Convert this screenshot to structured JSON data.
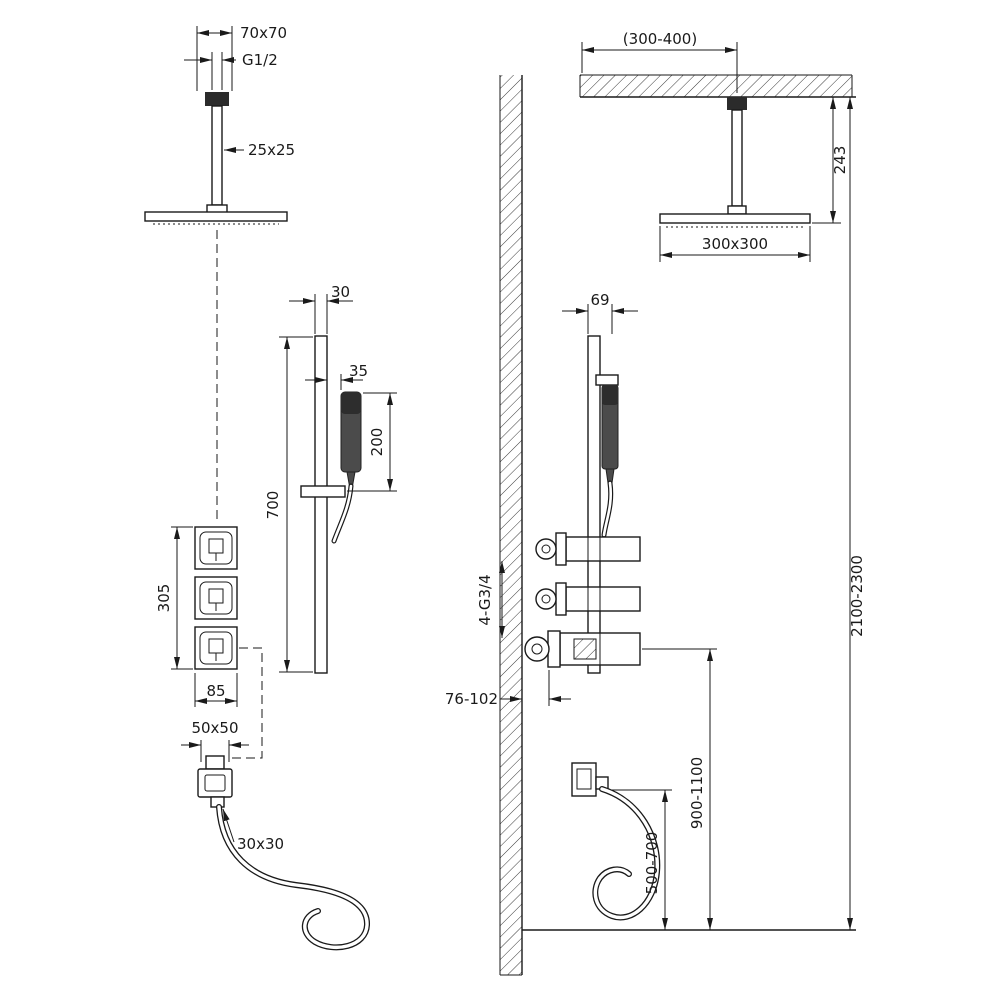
{
  "drawing": {
    "background": "#ffffff",
    "ink": "#1a1a1a"
  },
  "left_view": {
    "labels": {
      "head_flange": "70x70",
      "thread": "G1/2",
      "arm_section": "25x25",
      "bar_depth": "30",
      "handle_offset": "35",
      "handshower_length": "200",
      "bar_length": "700",
      "valve_group_height": "305",
      "valve_width": "85",
      "outlet_flange": "50x50",
      "outlet_section": "30x30"
    }
  },
  "right_view": {
    "labels": {
      "ceiling_offset": "(300-400)",
      "arm_drop": "243",
      "head_size": "300x300",
      "bar_offset": "69",
      "connections": "4-G3/4",
      "recess_depth": "76-102",
      "outlet_height": "900-1100",
      "handshower_height": "500-700",
      "installation_height": "2100-2300"
    }
  }
}
